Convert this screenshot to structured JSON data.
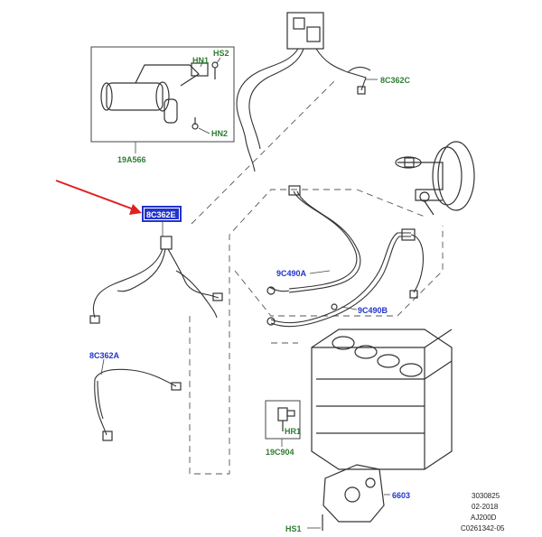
{
  "labels": {
    "hs2": "HS2",
    "hn1": "HN1",
    "hn2": "HN2",
    "starter": "19A566",
    "harness_top": "8C362C",
    "harness_selected": "8C362E",
    "hose_a": "9C490A",
    "hose_b": "9C490B",
    "harness_left": "8C362A",
    "hr1": "HR1",
    "sensor": "19C904",
    "pump": "6603",
    "hs1": "HS1"
  },
  "footer": {
    "line1": "3030825",
    "line2": "02-2018",
    "line3": "AJ200D",
    "line4": "C0261342-05"
  },
  "colors": {
    "green_label": "#2e7d32",
    "blue_label": "#2233cc",
    "highlight_box": "#2233cc",
    "arrow": "#e02020"
  }
}
